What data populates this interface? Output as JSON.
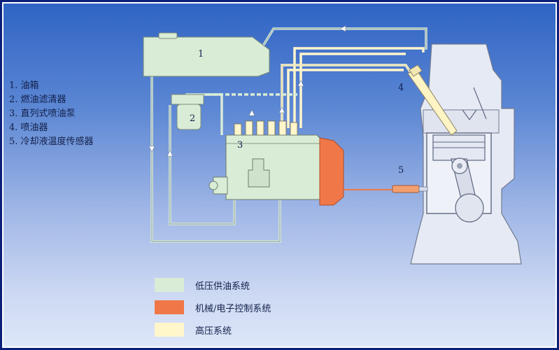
{
  "parts": [
    {
      "num": "1",
      "label": "1. 油箱"
    },
    {
      "num": "2",
      "label": "2. 燃油滤清器"
    },
    {
      "num": "3",
      "label": "3. 直列式喷油泵"
    },
    {
      "num": "4",
      "label": "4. 喷油器"
    },
    {
      "num": "5",
      "label": "5. 冷却液温度传感器"
    }
  ],
  "legend": [
    {
      "label": "低压供油系统",
      "color": "#d9ecd6"
    },
    {
      "label": "机械/电子控制系统",
      "color": "#f07848"
    },
    {
      "label": "高压系统",
      "color": "#fff6cc"
    }
  ],
  "colors": {
    "low_pressure": "#d9ecd6",
    "control": "#f07848",
    "high_pressure": "#fff6cc",
    "engine": "#e8ecf6"
  }
}
